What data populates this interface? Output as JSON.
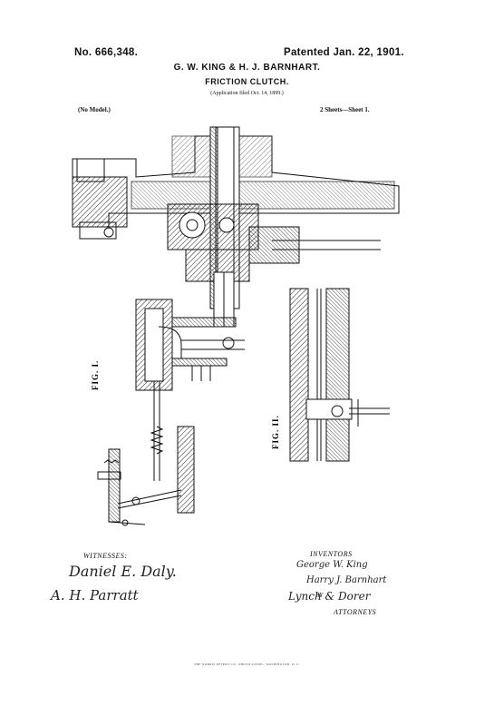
{
  "header": {
    "patent_number": "No. 666,348.",
    "patent_date": "Patented Jan. 22, 1901.",
    "inventors": "G. W. KING & H. J. BARNHART.",
    "title": "FRICTION CLUTCH.",
    "application": "(Application filed Oct. 14, 1899.)",
    "model": "(No Model.)",
    "sheets": "2 Sheets—Sheet 1."
  },
  "figures": {
    "fig1_label": "FIG. I.",
    "fig2_label": "FIG. II."
  },
  "signatures": {
    "witnesses_label": "WITNESSES:",
    "witness_1": "Daniel E. Daly.",
    "witness_2": "A. H. Parratt",
    "inventors_label": "INVENTORS",
    "inventor_1": "George W. King",
    "inventor_2": "Harry J. Barnhart",
    "by_label": "BY",
    "attorney_signature": "Lynch & Dorer",
    "attorneys_label": "ATTORNEYS"
  },
  "footer": {
    "printer": "THE NORRIS PETERS CO., PHOTO-LITHO., WASHINGTON, D. C."
  }
}
